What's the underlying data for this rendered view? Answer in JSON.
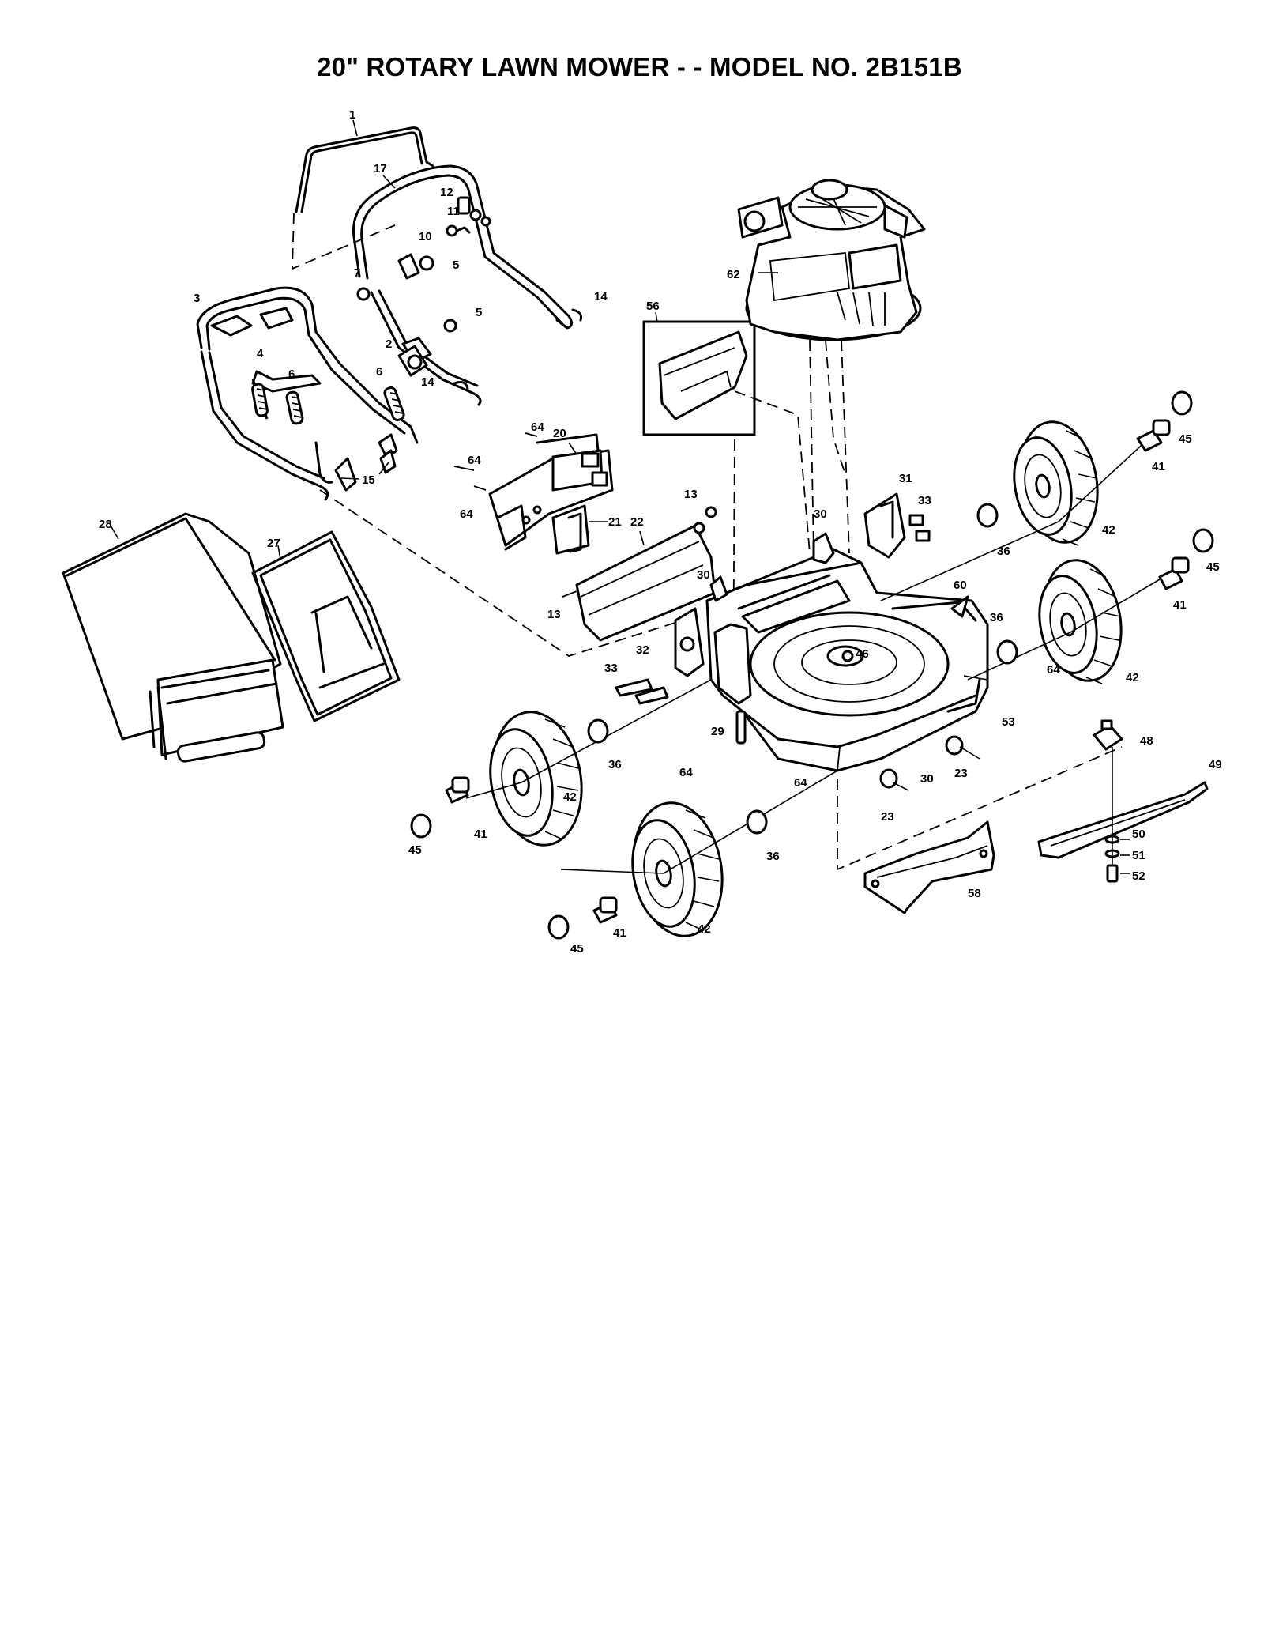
{
  "title": "20\" ROTARY LAWN MOWER - - MODEL NO. 2B151B",
  "callouts": [
    {
      "n": "1"
    },
    {
      "n": "17"
    },
    {
      "n": "12"
    },
    {
      "n": "11"
    },
    {
      "n": "10"
    },
    {
      "n": "5"
    },
    {
      "n": "5"
    },
    {
      "n": "7"
    },
    {
      "n": "14"
    },
    {
      "n": "3"
    },
    {
      "n": "4"
    },
    {
      "n": "2"
    },
    {
      "n": "6"
    },
    {
      "n": "6"
    },
    {
      "n": "14"
    },
    {
      "n": "15"
    },
    {
      "n": "64"
    },
    {
      "n": "20"
    },
    {
      "n": "64"
    },
    {
      "n": "64"
    },
    {
      "n": "21"
    },
    {
      "n": "13"
    },
    {
      "n": "22"
    },
    {
      "n": "13"
    },
    {
      "n": "28"
    },
    {
      "n": "27"
    },
    {
      "n": "56"
    },
    {
      "n": "62"
    },
    {
      "n": "45"
    },
    {
      "n": "41"
    },
    {
      "n": "42"
    },
    {
      "n": "30"
    },
    {
      "n": "31"
    },
    {
      "n": "33"
    },
    {
      "n": "36"
    },
    {
      "n": "45"
    },
    {
      "n": "41"
    },
    {
      "n": "30"
    },
    {
      "n": "60"
    },
    {
      "n": "36"
    },
    {
      "n": "42"
    },
    {
      "n": "46"
    },
    {
      "n": "32"
    },
    {
      "n": "33"
    },
    {
      "n": "64"
    },
    {
      "n": "53"
    },
    {
      "n": "29"
    },
    {
      "n": "36"
    },
    {
      "n": "64"
    },
    {
      "n": "64"
    },
    {
      "n": "48"
    },
    {
      "n": "49"
    },
    {
      "n": "23"
    },
    {
      "n": "30"
    },
    {
      "n": "23"
    },
    {
      "n": "45"
    },
    {
      "n": "41"
    },
    {
      "n": "42"
    },
    {
      "n": "36"
    },
    {
      "n": "50"
    },
    {
      "n": "51"
    },
    {
      "n": "52"
    },
    {
      "n": "58"
    },
    {
      "n": "45"
    },
    {
      "n": "41"
    },
    {
      "n": "42"
    }
  ]
}
